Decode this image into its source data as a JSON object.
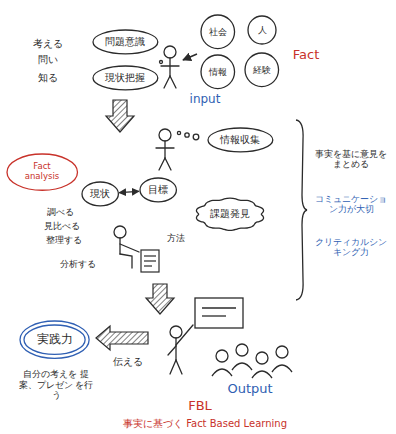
{
  "diagram": {
    "nodes": [
      {
        "text": [
          "問題意識"
        ]
      },
      {
        "text": [
          "現状把握"
        ]
      },
      {
        "text": [
          "社会"
        ]
      },
      {
        "text": [
          "人"
        ]
      },
      {
        "text": [
          "情報"
        ]
      },
      {
        "text": [
          "経験"
        ]
      },
      {
        "text": [
          "情報収集"
        ]
      },
      {
        "text": [
          "Fact analysis"
        ]
      },
      {
        "text": [
          "現状"
        ]
      },
      {
        "text": [
          "目標"
        ]
      },
      {
        "text": [
          "課題発見"
        ]
      },
      {
        "text": [
          "実践力"
        ]
      }
    ],
    "edges": [
      {
        "from": 8,
        "to": 9,
        "arrow": "both"
      }
    ],
    "labels": [
      "考える",
      "問い",
      "知る",
      "Fact",
      "input",
      "調べる",
      "見比べる",
      "整理する",
      "分析する",
      "方法",
      "事実を基に意見をまとめる",
      "コミュニケーション力が大切",
      "クリティカルシンキング力",
      "伝える",
      "自分の考えを 提案、プレゼン を行う",
      "Output",
      "FBL",
      "事実に基づく Fact Based Learning"
    ]
  }
}
